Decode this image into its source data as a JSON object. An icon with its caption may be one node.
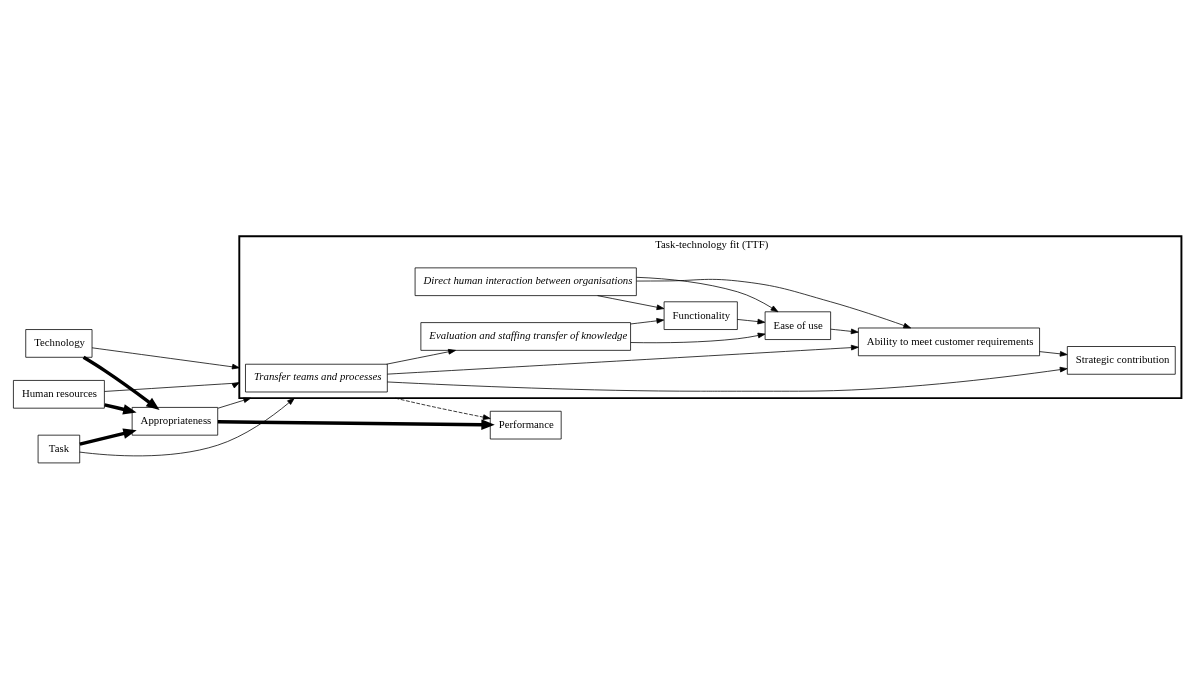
{
  "diagram": {
    "nodes": [
      {
        "text": [
          "Task-technology fit (TTF)"
        ]
      },
      {
        "text": [
          "Transfer teams and processes"
        ],
        "in": 0
      },
      {
        "text": [
          "Evaluation and staffing transfer of knowledge"
        ],
        "in": 0
      },
      {
        "text": [
          "Functionality"
        ],
        "in": 0
      },
      {
        "text": [
          "Ease of use"
        ],
        "in": 0
      },
      {
        "text": [
          "Ability to meet customer requirements"
        ],
        "in": 0
      },
      {
        "text": [
          "Strategic contribution"
        ],
        "in": 0
      },
      {
        "text": [
          "Direct human interaction between organisations"
        ],
        "in": 0
      },
      {
        "text": [
          "Task"
        ]
      },
      {
        "text": [
          "Technology"
        ]
      },
      {
        "text": [
          "Human resources"
        ]
      },
      {
        "text": [
          "Appropriateness"
        ]
      },
      {
        "text": [
          "Performance"
        ]
      }
    ],
    "edges": [
      {
        "from": 1,
        "to": 2,
        "arrow": "to"
      },
      {
        "from": 1,
        "to": 5,
        "arrow": "to"
      },
      {
        "from": 1,
        "to": 6,
        "arrow": "to"
      },
      {
        "from": 2,
        "to": 3,
        "arrow": "to"
      },
      {
        "from": 2,
        "to": 4,
        "arrow": "to"
      },
      {
        "from": 3,
        "to": 4,
        "arrow": "to"
      },
      {
        "from": 4,
        "to": 5,
        "arrow": "to"
      },
      {
        "from": 5,
        "to": 6,
        "arrow": "to"
      },
      {
        "from": 7,
        "to": 3,
        "arrow": "to"
      },
      {
        "from": 7,
        "to": 4,
        "arrow": "to"
      },
      {
        "from": 7,
        "to": 5,
        "arrow": "to"
      },
      {
        "from": 8,
        "to": 0,
        "arrow": "to"
      },
      {
        "from": 9,
        "to": 0,
        "arrow": "to"
      },
      {
        "from": 10,
        "to": 0,
        "arrow": "to"
      },
      {
        "from": 8,
        "to": 11,
        "arrow": "to",
        "style": "thick"
      },
      {
        "from": 9,
        "to": 11,
        "arrow": "to",
        "style": "thick"
      },
      {
        "from": 10,
        "to": 11,
        "arrow": "to",
        "style": "thick"
      },
      {
        "from": 11,
        "to": 0,
        "arrow": "to"
      },
      {
        "from": 11,
        "to": 12,
        "arrow": "to",
        "style": "thick"
      },
      {
        "from": 0,
        "to": 12,
        "arrow": "to",
        "style": "dashed"
      }
    ]
  }
}
